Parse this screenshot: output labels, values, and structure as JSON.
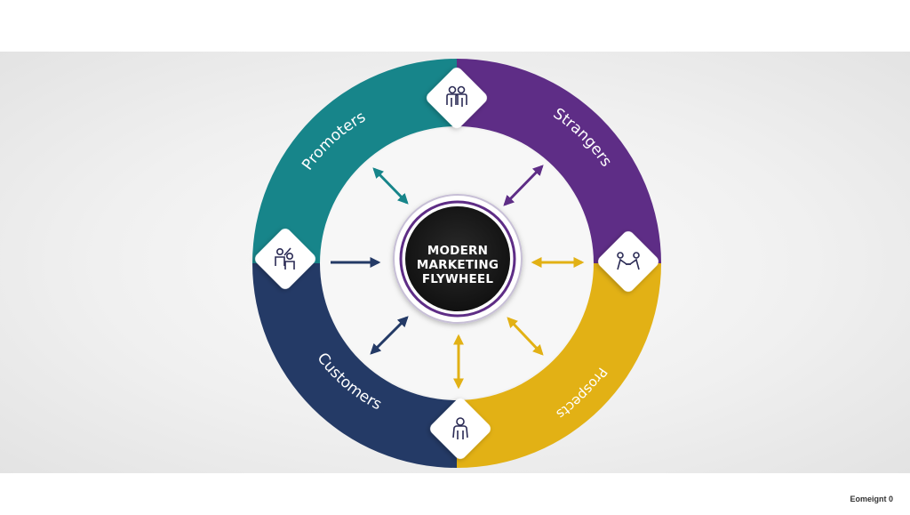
{
  "hub": {
    "lines": [
      "MODERN",
      "MARKETING",
      "FLYWHEEL"
    ]
  },
  "segments": {
    "promoters": {
      "label": "Promoters",
      "color": "#17858a"
    },
    "strangers": {
      "label": "Strangers",
      "color": "#5e2d86"
    },
    "prospects": {
      "label": "Prospects",
      "color": "#e2b115"
    },
    "customers": {
      "label": "Customers",
      "color": "#243a66"
    }
  },
  "nodes": {
    "top": {
      "icon": "people-group-icon"
    },
    "right": {
      "icon": "handshake-icon"
    },
    "bottom": {
      "icon": "person-icon"
    },
    "left": {
      "icon": "people-presenting-icon"
    }
  },
  "footer": {
    "text": "Eomeignt 0"
  }
}
